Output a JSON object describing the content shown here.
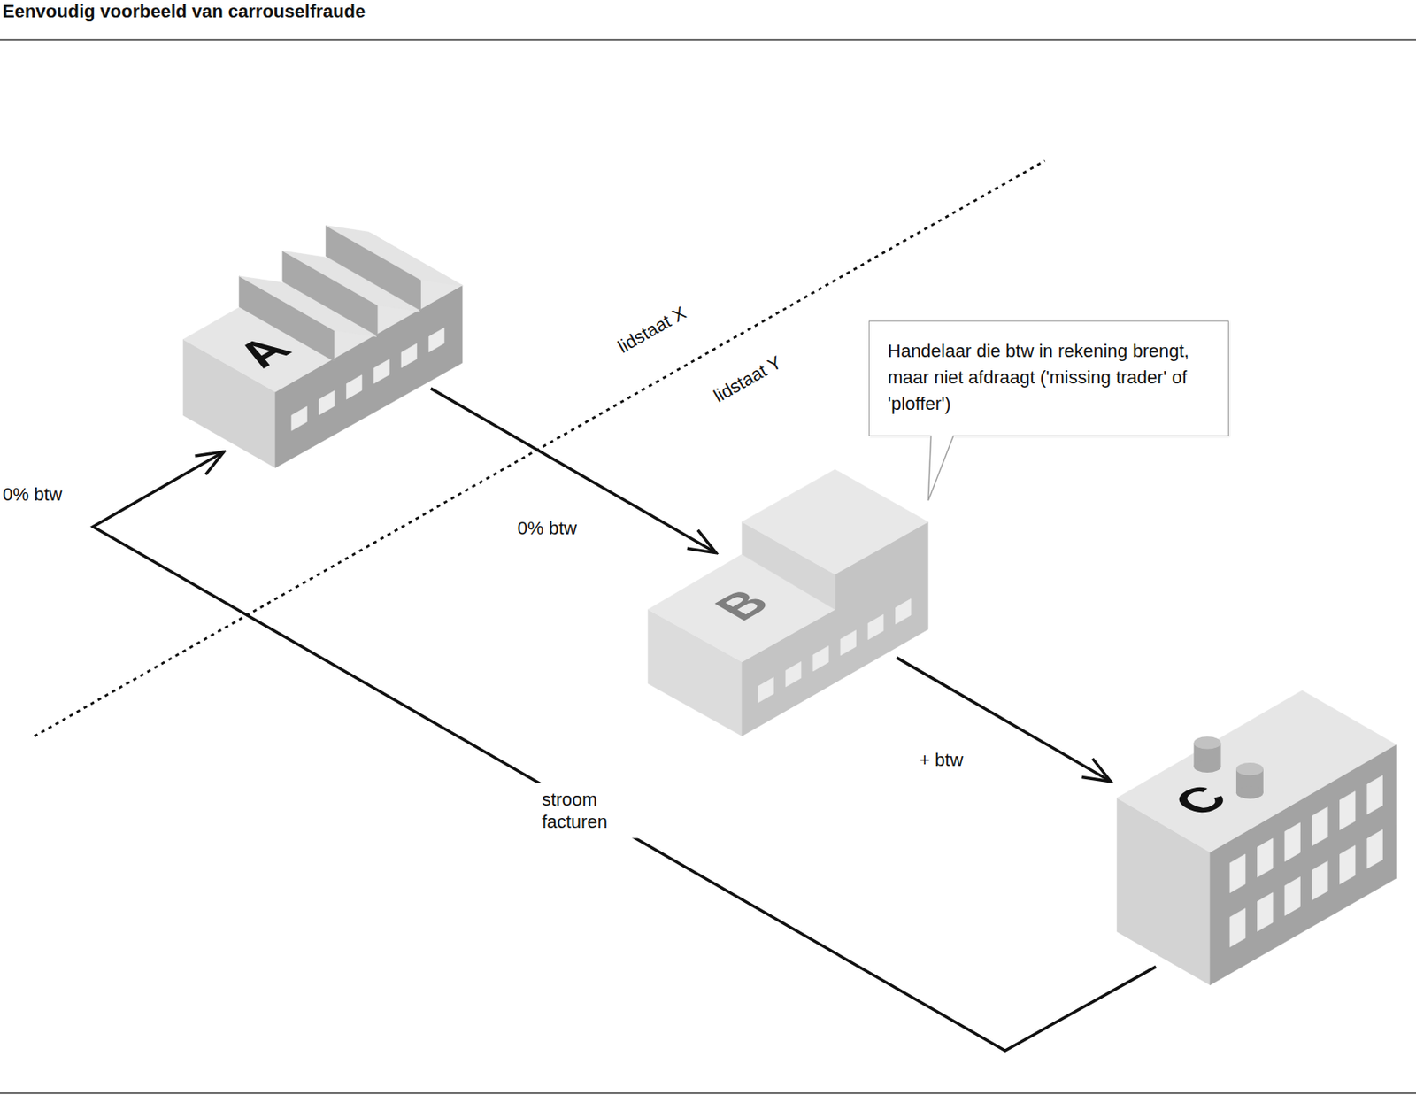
{
  "diagram": {
    "title": "Eenvoudig voorbeeld van carrouselfraude",
    "nodes": [
      {
        "text": [
          "A"
        ]
      },
      {
        "text": [
          "Handelaar die btw in rekening brengt, maar niet afdraagt ('missing trader' of 'ploffer')"
        ]
      },
      {
        "text": [
          "B"
        ]
      },
      {
        "text": [
          "C"
        ]
      }
    ],
    "edges": [
      {
        "from": 0,
        "to": 2,
        "arrow": "to",
        "label": "0% btw"
      },
      {
        "from": 2,
        "to": 3,
        "arrow": "to",
        "label": "+ btw"
      },
      {
        "from": 3,
        "to": 0,
        "arrow": "to",
        "label": "0% btw"
      }
    ],
    "labels": [
      "lidstaat X",
      "lidstaat Y",
      "stroom facturen"
    ]
  }
}
